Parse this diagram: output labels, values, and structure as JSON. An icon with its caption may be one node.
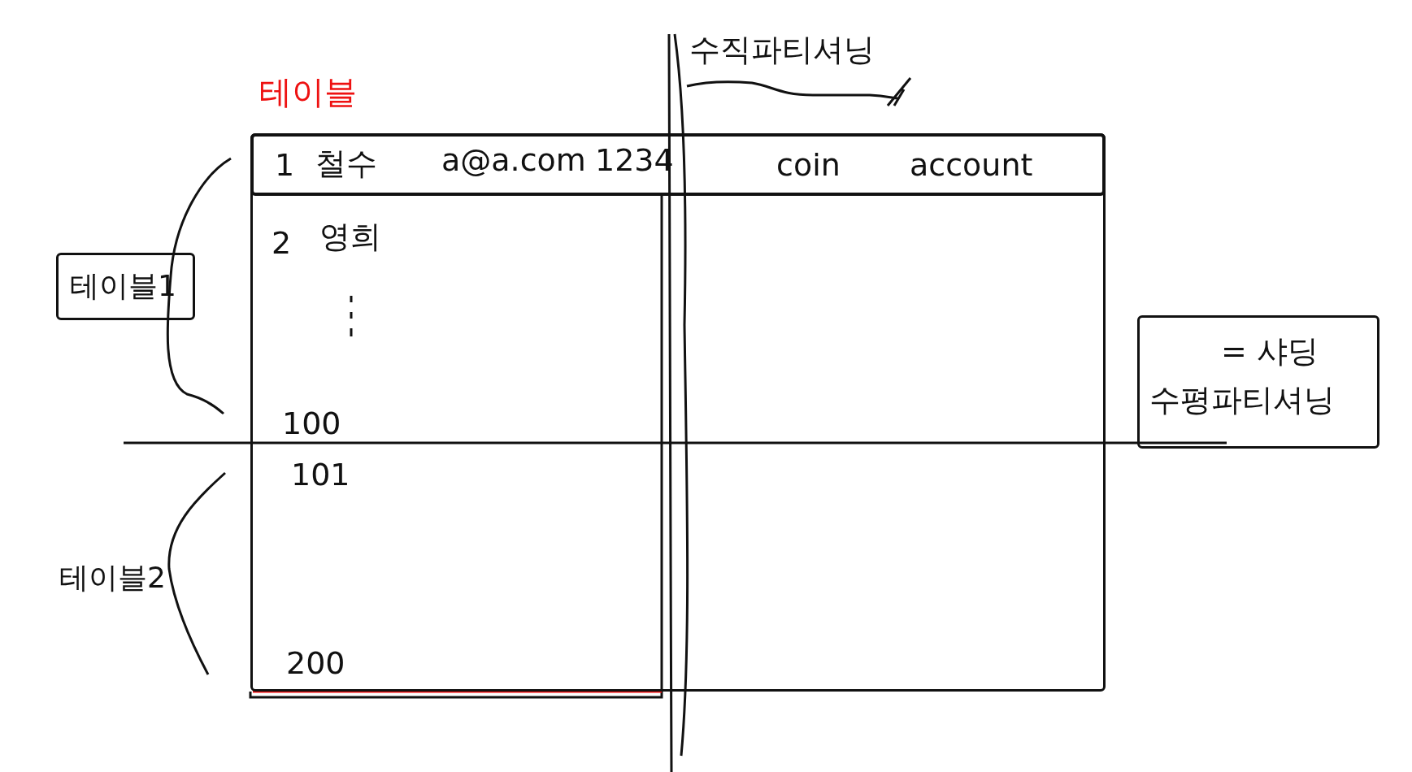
{
  "diagram": {
    "nodes": [
      {
        "text": [
          "테이블"
        ]
      },
      {
        "text": [
          "1",
          "철수",
          "a@a.com",
          "1234",
          "coin",
          "account"
        ],
        "in": 0
      },
      {
        "text": [
          "테이블1"
        ]
      },
      {
        "text": [
          "= 샤딩",
          "수평파티셔닝"
        ]
      }
    ],
    "edges": [],
    "labels": [
      "수직파티셔닝",
      "2",
      "영희",
      "100",
      "101",
      "테이블2",
      "200"
    ]
  }
}
